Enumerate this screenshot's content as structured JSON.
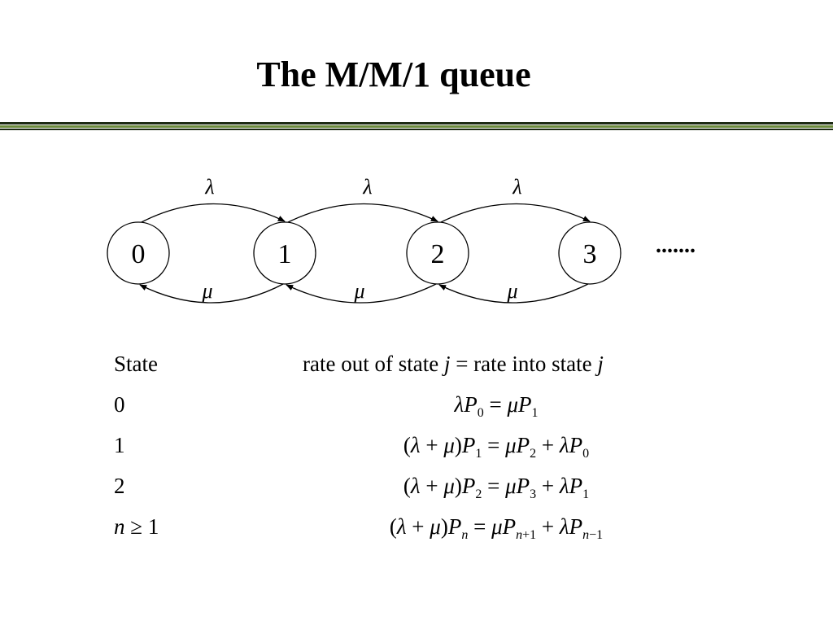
{
  "title": "The M/M/1 queue",
  "diagram": {
    "states": [
      "0",
      "1",
      "2",
      "3"
    ],
    "arrival_label": "λ",
    "service_label": "μ",
    "ellipsis": "......."
  },
  "table": {
    "header_state": "State",
    "header_balance": "rate out of state j = rate into state j",
    "rows": [
      {
        "state": "0",
        "equation": "λP0 = μP1"
      },
      {
        "state": "1",
        "equation": "(λ + μ)P1 = μP2 + λP0"
      },
      {
        "state": "2",
        "equation": "(λ + μ)P2 = μP3 + λP1"
      },
      {
        "state": "n ≥ 1",
        "equation": "(λ + μ)Pn = μPn+1 + λPn−1"
      }
    ]
  }
}
